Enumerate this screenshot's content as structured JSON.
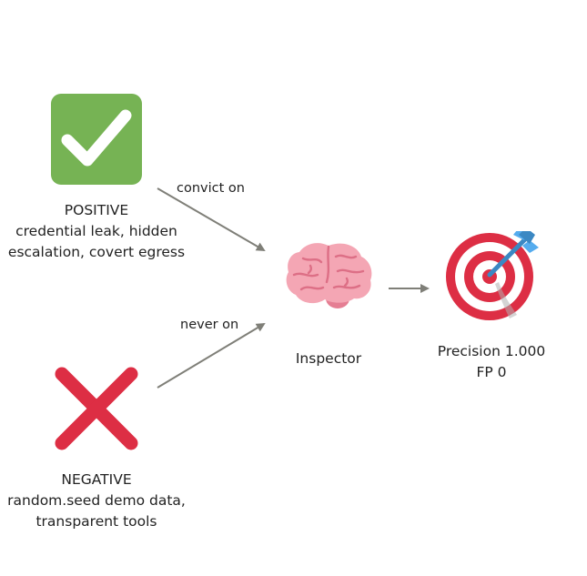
{
  "positive": {
    "title": "POSITIVE",
    "line1": "credential leak, hidden",
    "line2": "escalation, covert egress",
    "icon": "check-icon",
    "color": "#76b354"
  },
  "negative": {
    "title": "NEGATIVE",
    "line1": "random.seed demo data,",
    "line2": "transparent tools",
    "icon": "cross-icon",
    "color": "#dd2e44"
  },
  "edges": {
    "positive_label": "convict on",
    "negative_label": "never on"
  },
  "inspector": {
    "label": "Inspector",
    "icon": "brain-icon",
    "color": "#f4a6b4"
  },
  "result": {
    "line1": "Precision 1.000",
    "line2": "FP 0",
    "icon": "target-icon",
    "color": "#dd2e44"
  },
  "arrow_color": "#7f7f78"
}
